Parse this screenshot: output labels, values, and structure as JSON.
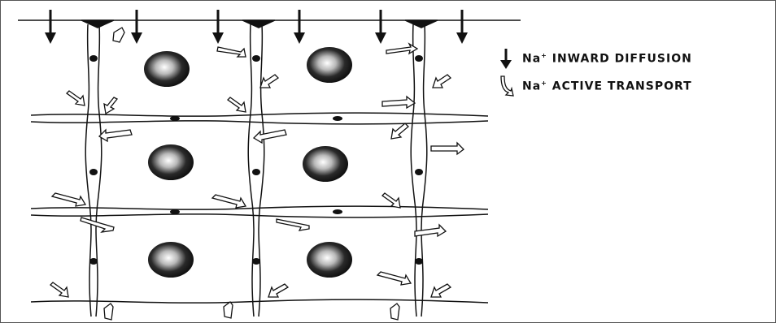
{
  "legend": {
    "inward_diffusion": {
      "ion": "Na",
      "charge": "+",
      "label": "INWARD DIFFUSION",
      "icon": "down-arrow-icon"
    },
    "active_transport": {
      "ion": "Na",
      "charge": "+",
      "label": "ACTIVE TRANSPORT",
      "icon": "curved-arrow-icon"
    }
  },
  "colors": {
    "ink": "#111111",
    "background": "#ffffff"
  }
}
